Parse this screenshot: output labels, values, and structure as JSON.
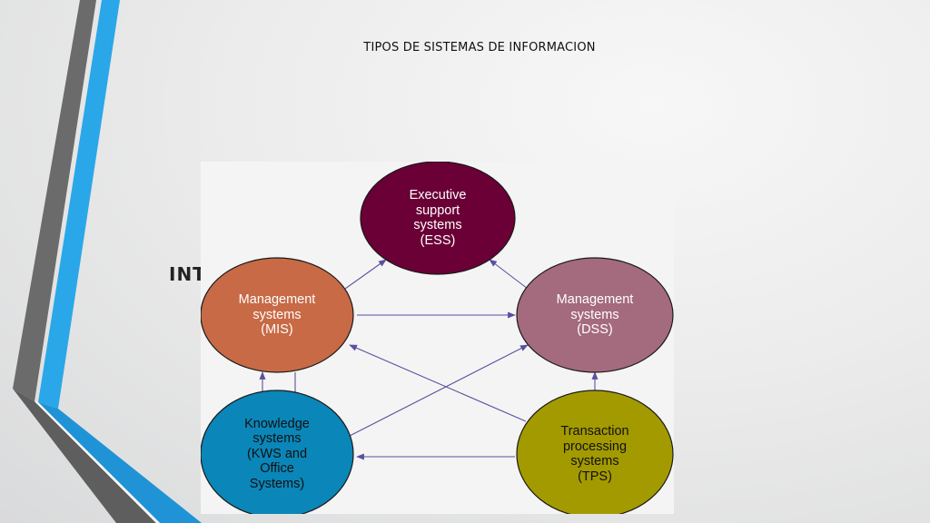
{
  "slide": {
    "title": "TIPOS DE SISTEMAS DE INFORMACION",
    "hidden_heading": "INT"
  },
  "colors": {
    "accent_blue": "#2aa7e8",
    "accent_gray": "#6b6b6b",
    "arrow": "#5a4fa0",
    "ess": "#6a0036",
    "mis": "#c76a45",
    "dss": "#a46a7e",
    "kws": "#0a86b8",
    "tps": "#a39a00"
  },
  "diagram": {
    "nodes": [
      {
        "id": "ess",
        "label": "Executive\nsupport\nsystems\n(ESS)"
      },
      {
        "id": "mis",
        "label": "Management\nsystems\n(MIS)"
      },
      {
        "id": "dss",
        "label": "Management\nsystems\n(DSS)"
      },
      {
        "id": "kws",
        "label": "Knowledge\nsystems\n(KWS and\nOffice\nSystems)"
      },
      {
        "id": "tps",
        "label": "Transaction\nprocessing\nsystems\n(TPS)"
      }
    ],
    "edges": [
      {
        "from": "mis",
        "to": "ess"
      },
      {
        "from": "dss",
        "to": "ess"
      },
      {
        "from": "mis",
        "to": "dss"
      },
      {
        "from": "kws",
        "to": "mis"
      },
      {
        "from": "mis",
        "to": "kws"
      },
      {
        "from": "tps",
        "to": "dss"
      },
      {
        "from": "tps",
        "to": "mis"
      },
      {
        "from": "kws",
        "to": "dss"
      },
      {
        "from": "tps",
        "to": "kws"
      }
    ]
  }
}
